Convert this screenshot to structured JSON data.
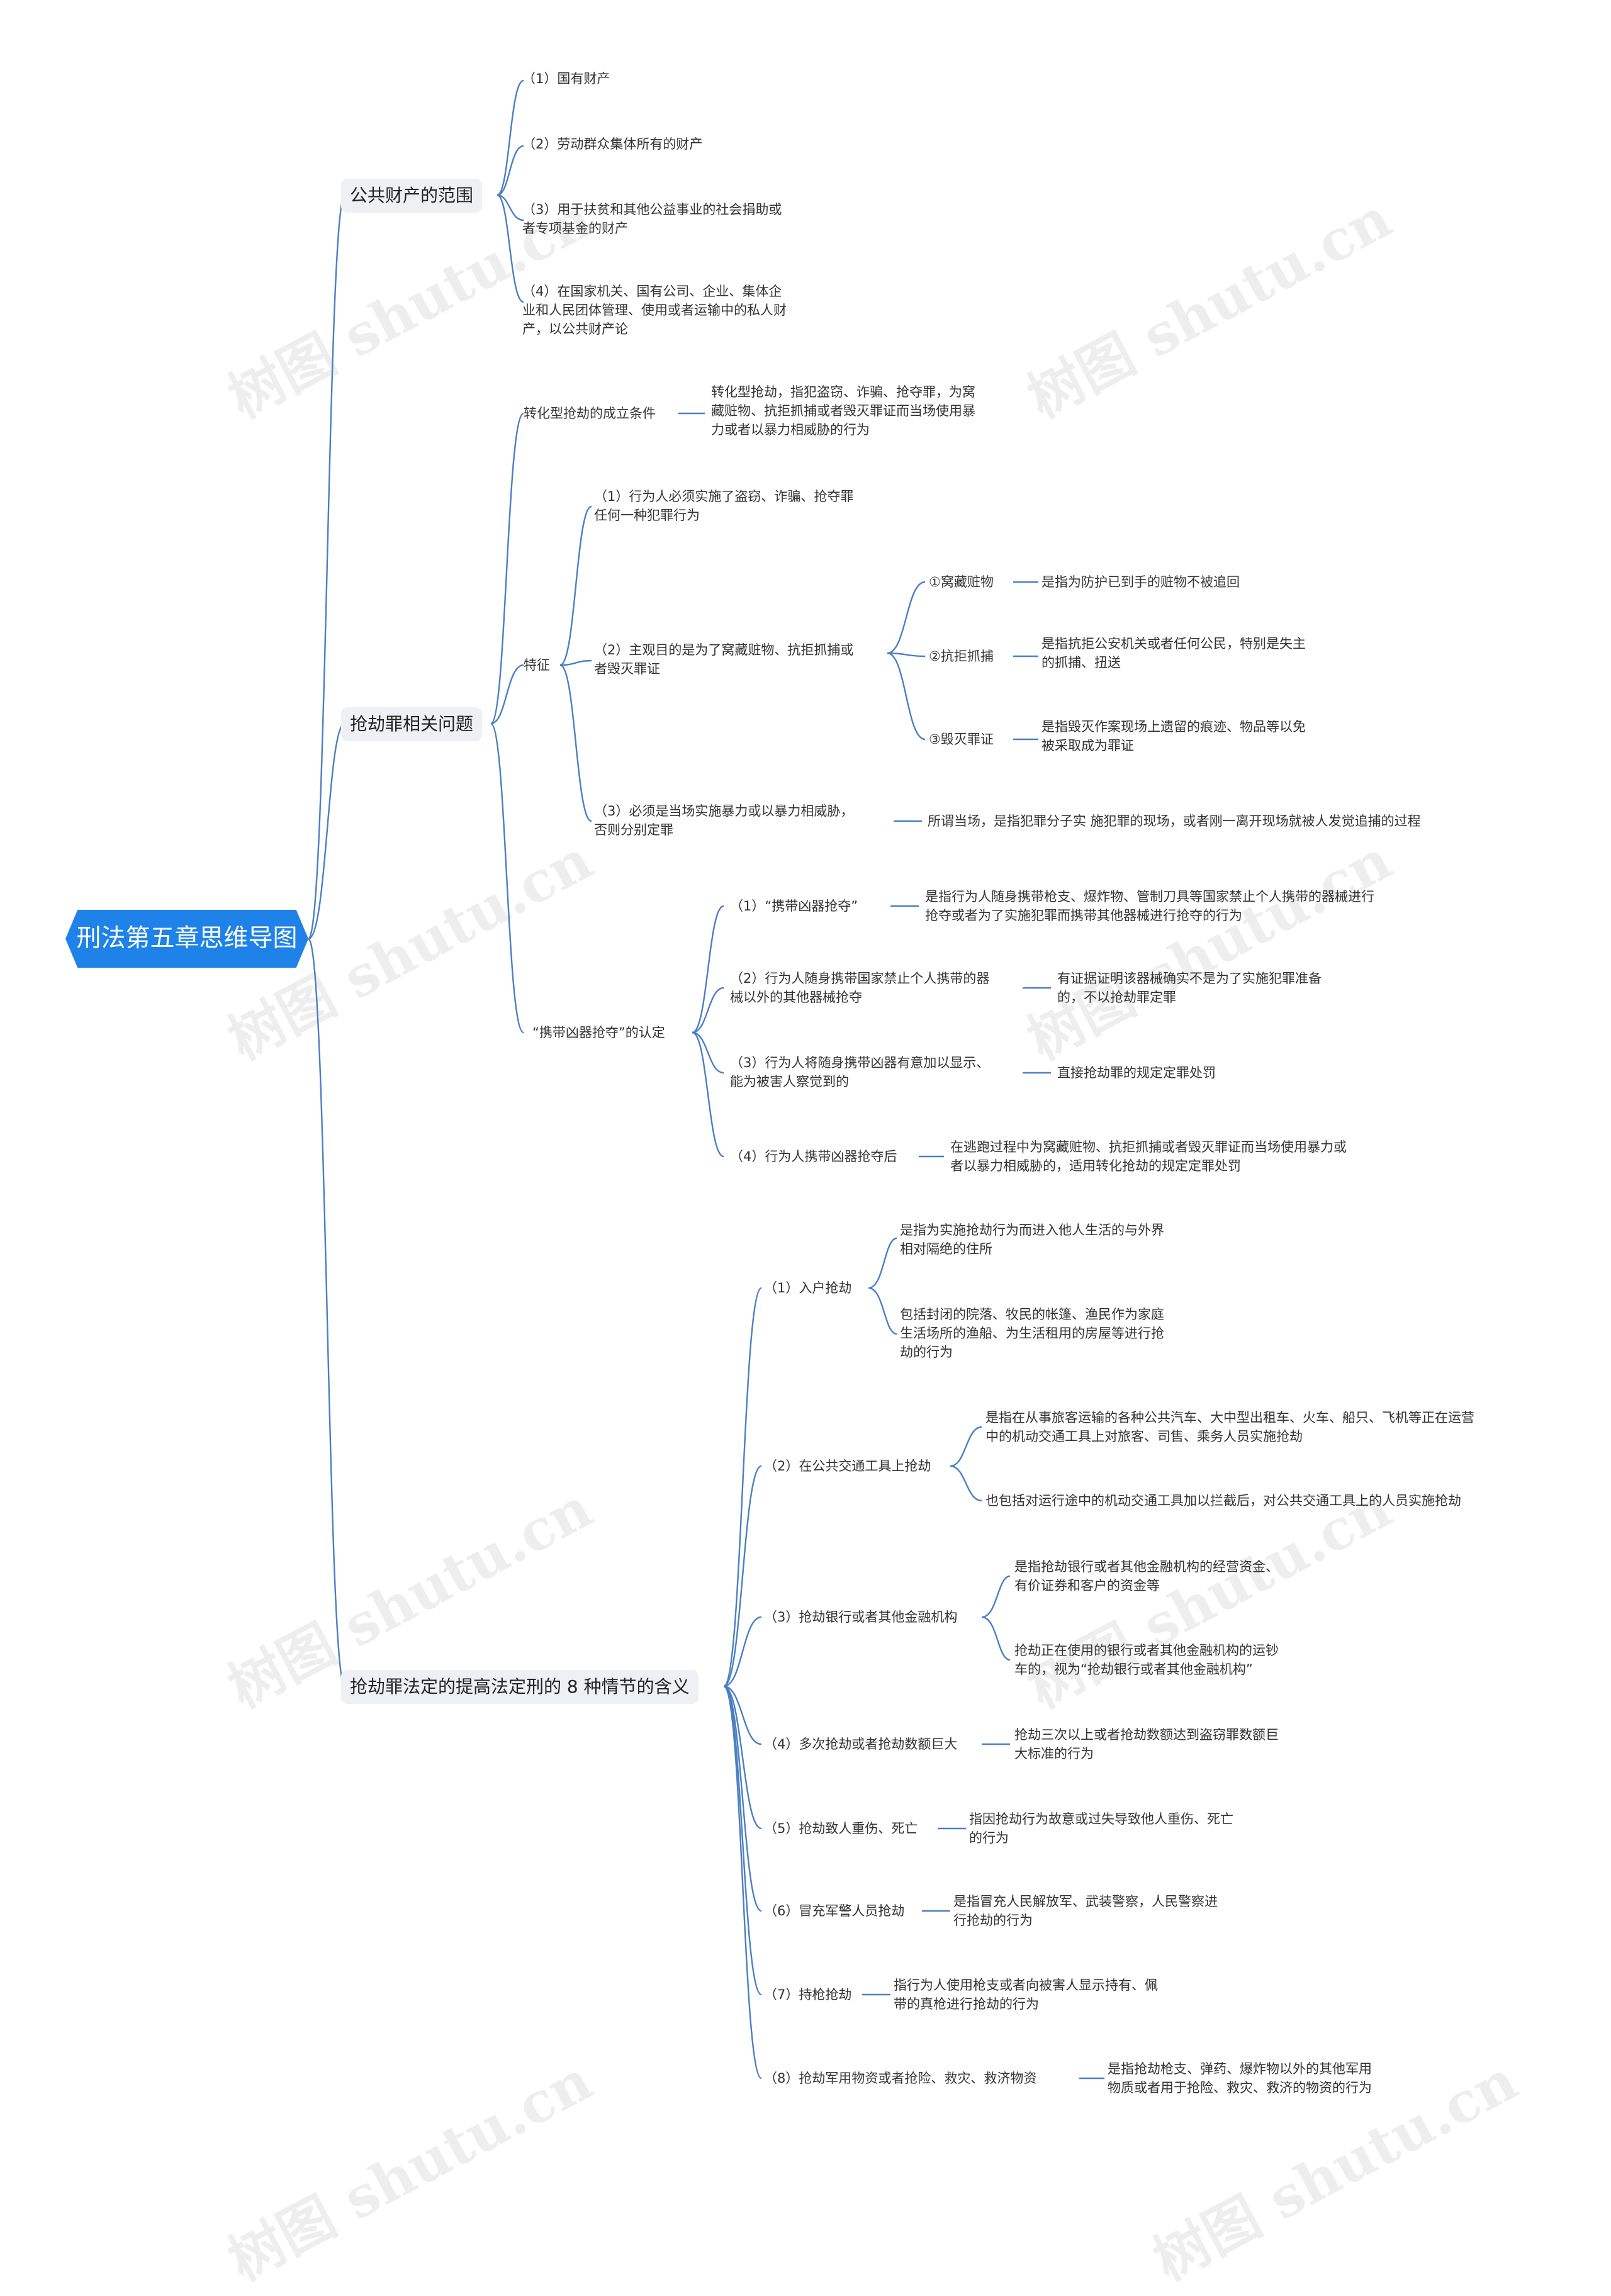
{
  "root": "刑法第五章思维导图",
  "watermark": "树图 shutu.cn",
  "branch1": {
    "title": "公共财产的范围",
    "items": [
      "（1）国有财产",
      "（2）劳动群众集体所有的财产",
      "（3）用于扶贫和其他公益事业的社会捐助或\n者专项基金的财产",
      "（4）在国家机关、国有公司、企业、集体企\n业和人民团体管理、使用或者运输中的私人财\n产，以公共财产论"
    ]
  },
  "branch2": {
    "title": "抢劫罪相关问题",
    "conv": {
      "label": "转化型抢劫的成立条件",
      "desc": "转化型抢劫，指犯盗窃、诈骗、抢夺罪，为窝\n藏赃物、抗拒抓捕或者毁灭罪证而当场使用暴\n力或者以暴力相威胁的行为"
    },
    "feature": {
      "label": "特征",
      "f1": "（1）行为人必须实施了盗窃、诈骗、抢夺罪\n任何一种犯罪行为",
      "f2": "（2）主观目的是为了窝藏赃物、抗拒抓捕或\n者毁灭罪证",
      "f2_items": [
        {
          "label": "①窝藏赃物",
          "desc": "是指为防护已到手的赃物不被追回"
        },
        {
          "label": "②抗拒抓捕",
          "desc": "是指抗拒公安机关或者任何公民，特别是失主\n的抓捕、扭送"
        },
        {
          "label": "③毁灭罪证",
          "desc": "是指毁灭作案现场上遗留的痕迹、物品等以免\n被采取成为罪证"
        }
      ],
      "f3": "（3）必须是当场实施暴力或以暴力相威胁，\n否则分别定罪",
      "f3_desc": "所谓当场，是指犯罪分子实 施犯罪的现场，或者刚一离开现场就被人发觉追捕的过程"
    },
    "weapon": {
      "label": "“携带凶器抢夺”的认定",
      "items": [
        {
          "label": "（1）“携带凶器抢夺”",
          "desc": "是指行为人随身携带枪支、爆炸物、管制刀具等国家禁止个人携带的器械进行\n抢夺或者为了实施犯罪而携带其他器械进行抢夺的行为"
        },
        {
          "label": "（2）行为人随身携带国家禁止个人携带的器\n械以外的其他器械抢夺",
          "desc": "有证据证明该器械确实不是为了实施犯罪准备\n的，不以抢劫罪定罪"
        },
        {
          "label": "（3）行为人将随身携带凶器有意加以显示、\n能为被害人察觉到的",
          "desc": "直接抢劫罪的规定定罪处罚"
        },
        {
          "label": "（4）行为人携带凶器抢夺后",
          "desc": "在逃跑过程中为窝藏赃物、抗拒抓捕或者毁灭罪证而当场使用暴力或\n者以暴力相威胁的，适用转化抢劫的规定定罪处罚"
        }
      ]
    }
  },
  "branch3": {
    "title": "抢劫罪法定的提高法定刑的 8 种情节的含义",
    "items": [
      {
        "label": "（1）入户抢劫",
        "descs": [
          "是指为实施抢劫行为而进入他人生活的与外界\n相对隔绝的住所",
          "包括封闭的院落、牧民的帐篷、渔民作为家庭\n生活场所的渔船、为生活租用的房屋等进行抢\n劫的行为"
        ]
      },
      {
        "label": "（2）在公共交通工具上抢劫",
        "descs": [
          "是指在从事旅客运输的各种公共汽车、大中型出租车、火车、船只、飞机等正在运营\n中的机动交通工具上对旅客、司售、乘务人员实施抢劫",
          "也包括对运行途中的机动交通工具加以拦截后，对公共交通工具上的人员实施抢劫"
        ]
      },
      {
        "label": "（3）抢劫银行或者其他金融机构",
        "descs": [
          "是指抢劫银行或者其他金融机构的经营资金、\n有价证券和客户的资金等",
          "抢劫正在使用的银行或者其他金融机构的运钞\n车的，视为“抢劫银行或者其他金融机构”"
        ]
      },
      {
        "label": "（4）多次抢劫或者抢劫数额巨大",
        "descs": [
          "抢劫三次以上或者抢劫数额达到盗窃罪数额巨\n大标准的行为"
        ]
      },
      {
        "label": "（5）抢劫致人重伤、死亡",
        "descs": [
          "指因抢劫行为故意或过失导致他人重伤、死亡\n的行为"
        ]
      },
      {
        "label": "（6）冒充军警人员抢劫",
        "descs": [
          "是指冒充人民解放军、武装警察，人民警察进\n行抢劫的行为"
        ]
      },
      {
        "label": "（7）持枪抢劫",
        "descs": [
          "指行为人使用枪支或者向被害人显示持有、佩\n带的真枪进行抢劫的行为"
        ]
      },
      {
        "label": "（8）抢劫军用物资或者抢险、救灾、救济物资",
        "descs": [
          "是指抢劫枪支、弹药、爆炸物以外的其他军用\n物质或者用于抢险、救灾、救济的物资的行为"
        ]
      }
    ]
  }
}
